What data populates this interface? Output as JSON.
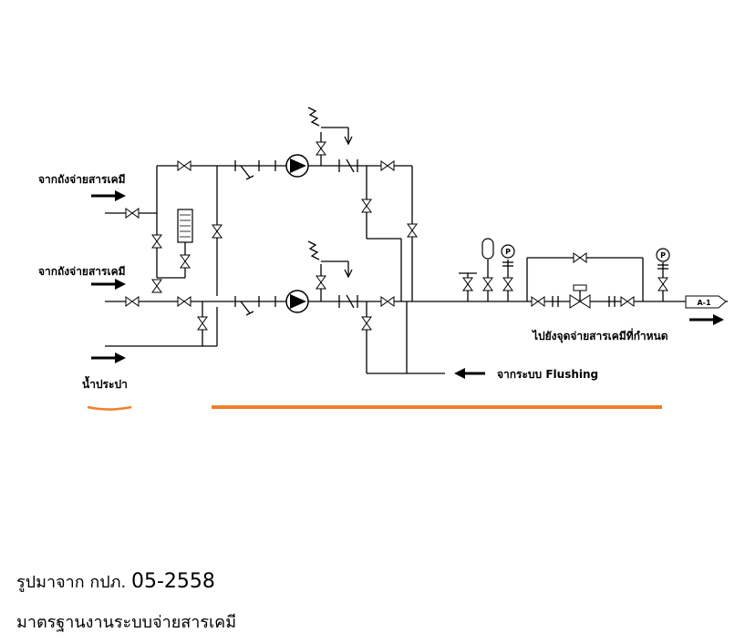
{
  "labels": {
    "from_tank_1": "จากถังจ่ายสารเคมี",
    "from_tank_2": "จากถังจ่ายสารเคมี",
    "tap_water": "น้ำประปา",
    "from_flushing": "จากระบบ Flushing",
    "to_dosing_point": "ไปยังจุดจ่ายสารเคมีที่กำหนด",
    "tag_a1": "A-1",
    "gauge_p": "P"
  },
  "caption": {
    "line1_text": "รูปมาจาก กปภ. ",
    "line1_number": "05-2558",
    "line2": "มาตรฐานงานระบบจ่ายสารเคมี"
  },
  "colors": {
    "accent_line": "#f07f2a",
    "pipe": "#000000"
  }
}
